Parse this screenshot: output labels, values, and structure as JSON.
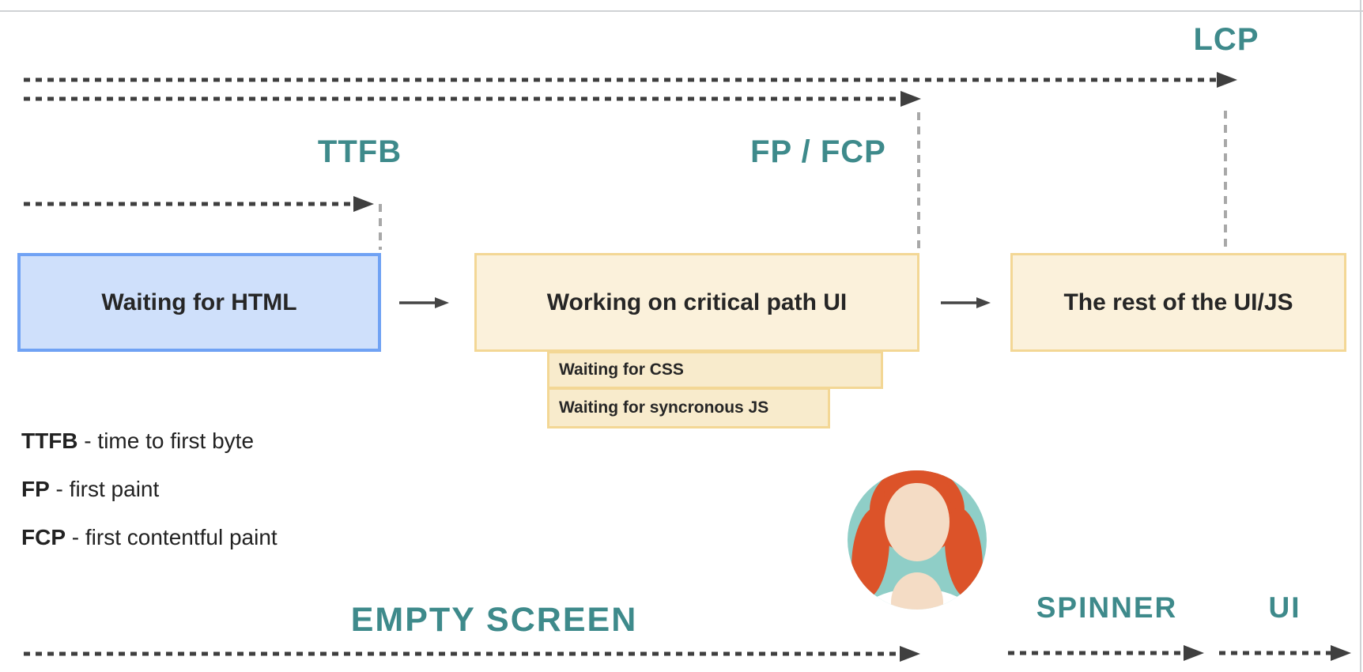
{
  "diagram": {
    "milestones": {
      "ttfb": "TTFB",
      "fp_fcp": "FP / FCP",
      "lcp": "LCP"
    },
    "boxes": {
      "waiting_html": "Waiting for HTML",
      "critical_path": "Working on critical path UI",
      "rest_ui": "The rest of the UI/JS",
      "waiting_css": "Waiting for CSS",
      "waiting_js": "Waiting for syncronous JS"
    },
    "legend": [
      {
        "term": "TTFB",
        "desc": " - time to first byte"
      },
      {
        "term": "FP",
        "desc": " - first paint"
      },
      {
        "term": "FCP",
        "desc": " - first contentful paint"
      }
    ],
    "phases": {
      "empty": "EMPTY SCREEN",
      "spinner": "SPINNER",
      "ui": "UI"
    },
    "icons": {
      "avatar": "user-avatar"
    },
    "colors": {
      "accent_teal": "#3E8A8B",
      "arrow_dark": "#3F3F3F",
      "guide_gray": "#A8A8A8",
      "blue_fill": "#CFE0FB",
      "blue_border": "#70A2F4",
      "yellow_fill": "#FBF1DB",
      "yellow_border": "#F3D795",
      "sub_yellow_fill": "#F8EBCC",
      "text_dark": "#2E2E2E",
      "avatar_teal": "#8FCEC7",
      "avatar_hair": "#DC5329",
      "avatar_skin": "#F4DCC5"
    }
  }
}
